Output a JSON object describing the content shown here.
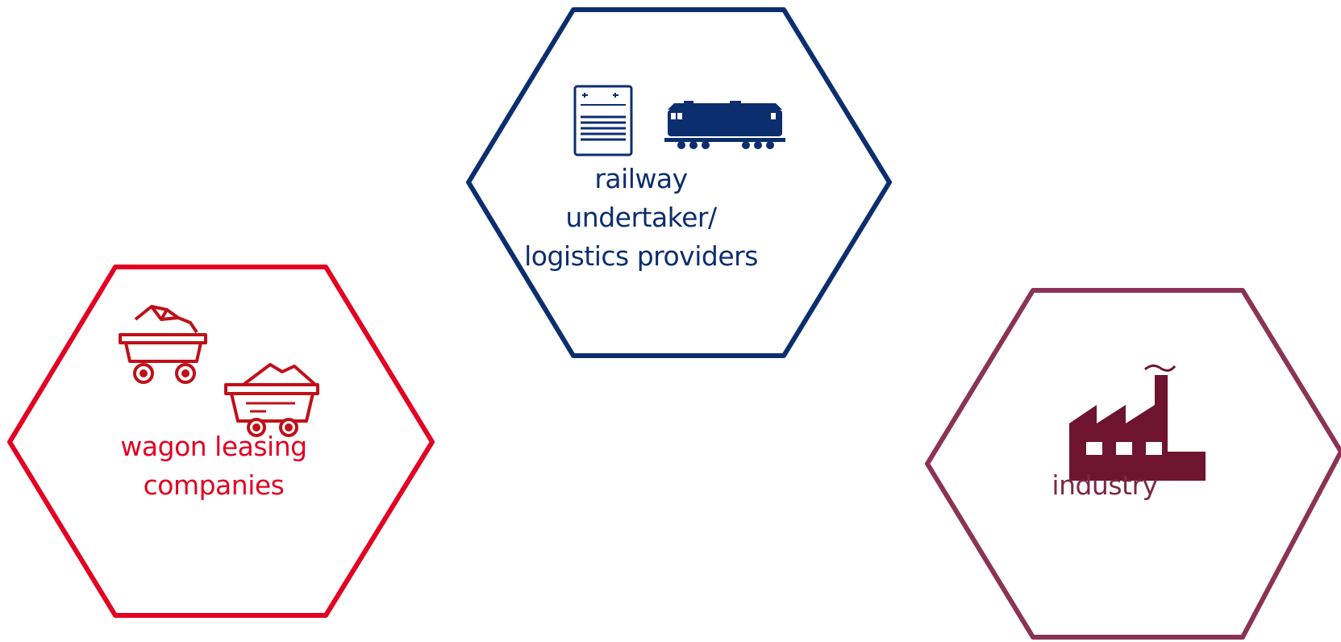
{
  "colors": {
    "railway": "#0c2e6e",
    "wagon": "#e30022",
    "wagon_icon": "#c0101a",
    "industry_border": "#8a3356",
    "industry_icon": "#6e1430",
    "industry_text": "#7a2946"
  },
  "hexagons": [
    {
      "id": "railway",
      "lines": [
        "railway",
        "undertaker/",
        "logistics providers"
      ],
      "icons": [
        "document-icon",
        "locomotive-icon"
      ]
    },
    {
      "id": "wagon",
      "lines": [
        "wagon leasing",
        "companies"
      ],
      "icons": [
        "ore-cart-icon",
        "sand-cart-icon"
      ]
    },
    {
      "id": "industry",
      "lines": [
        "industry"
      ],
      "icons": [
        "factory-icon"
      ]
    }
  ]
}
